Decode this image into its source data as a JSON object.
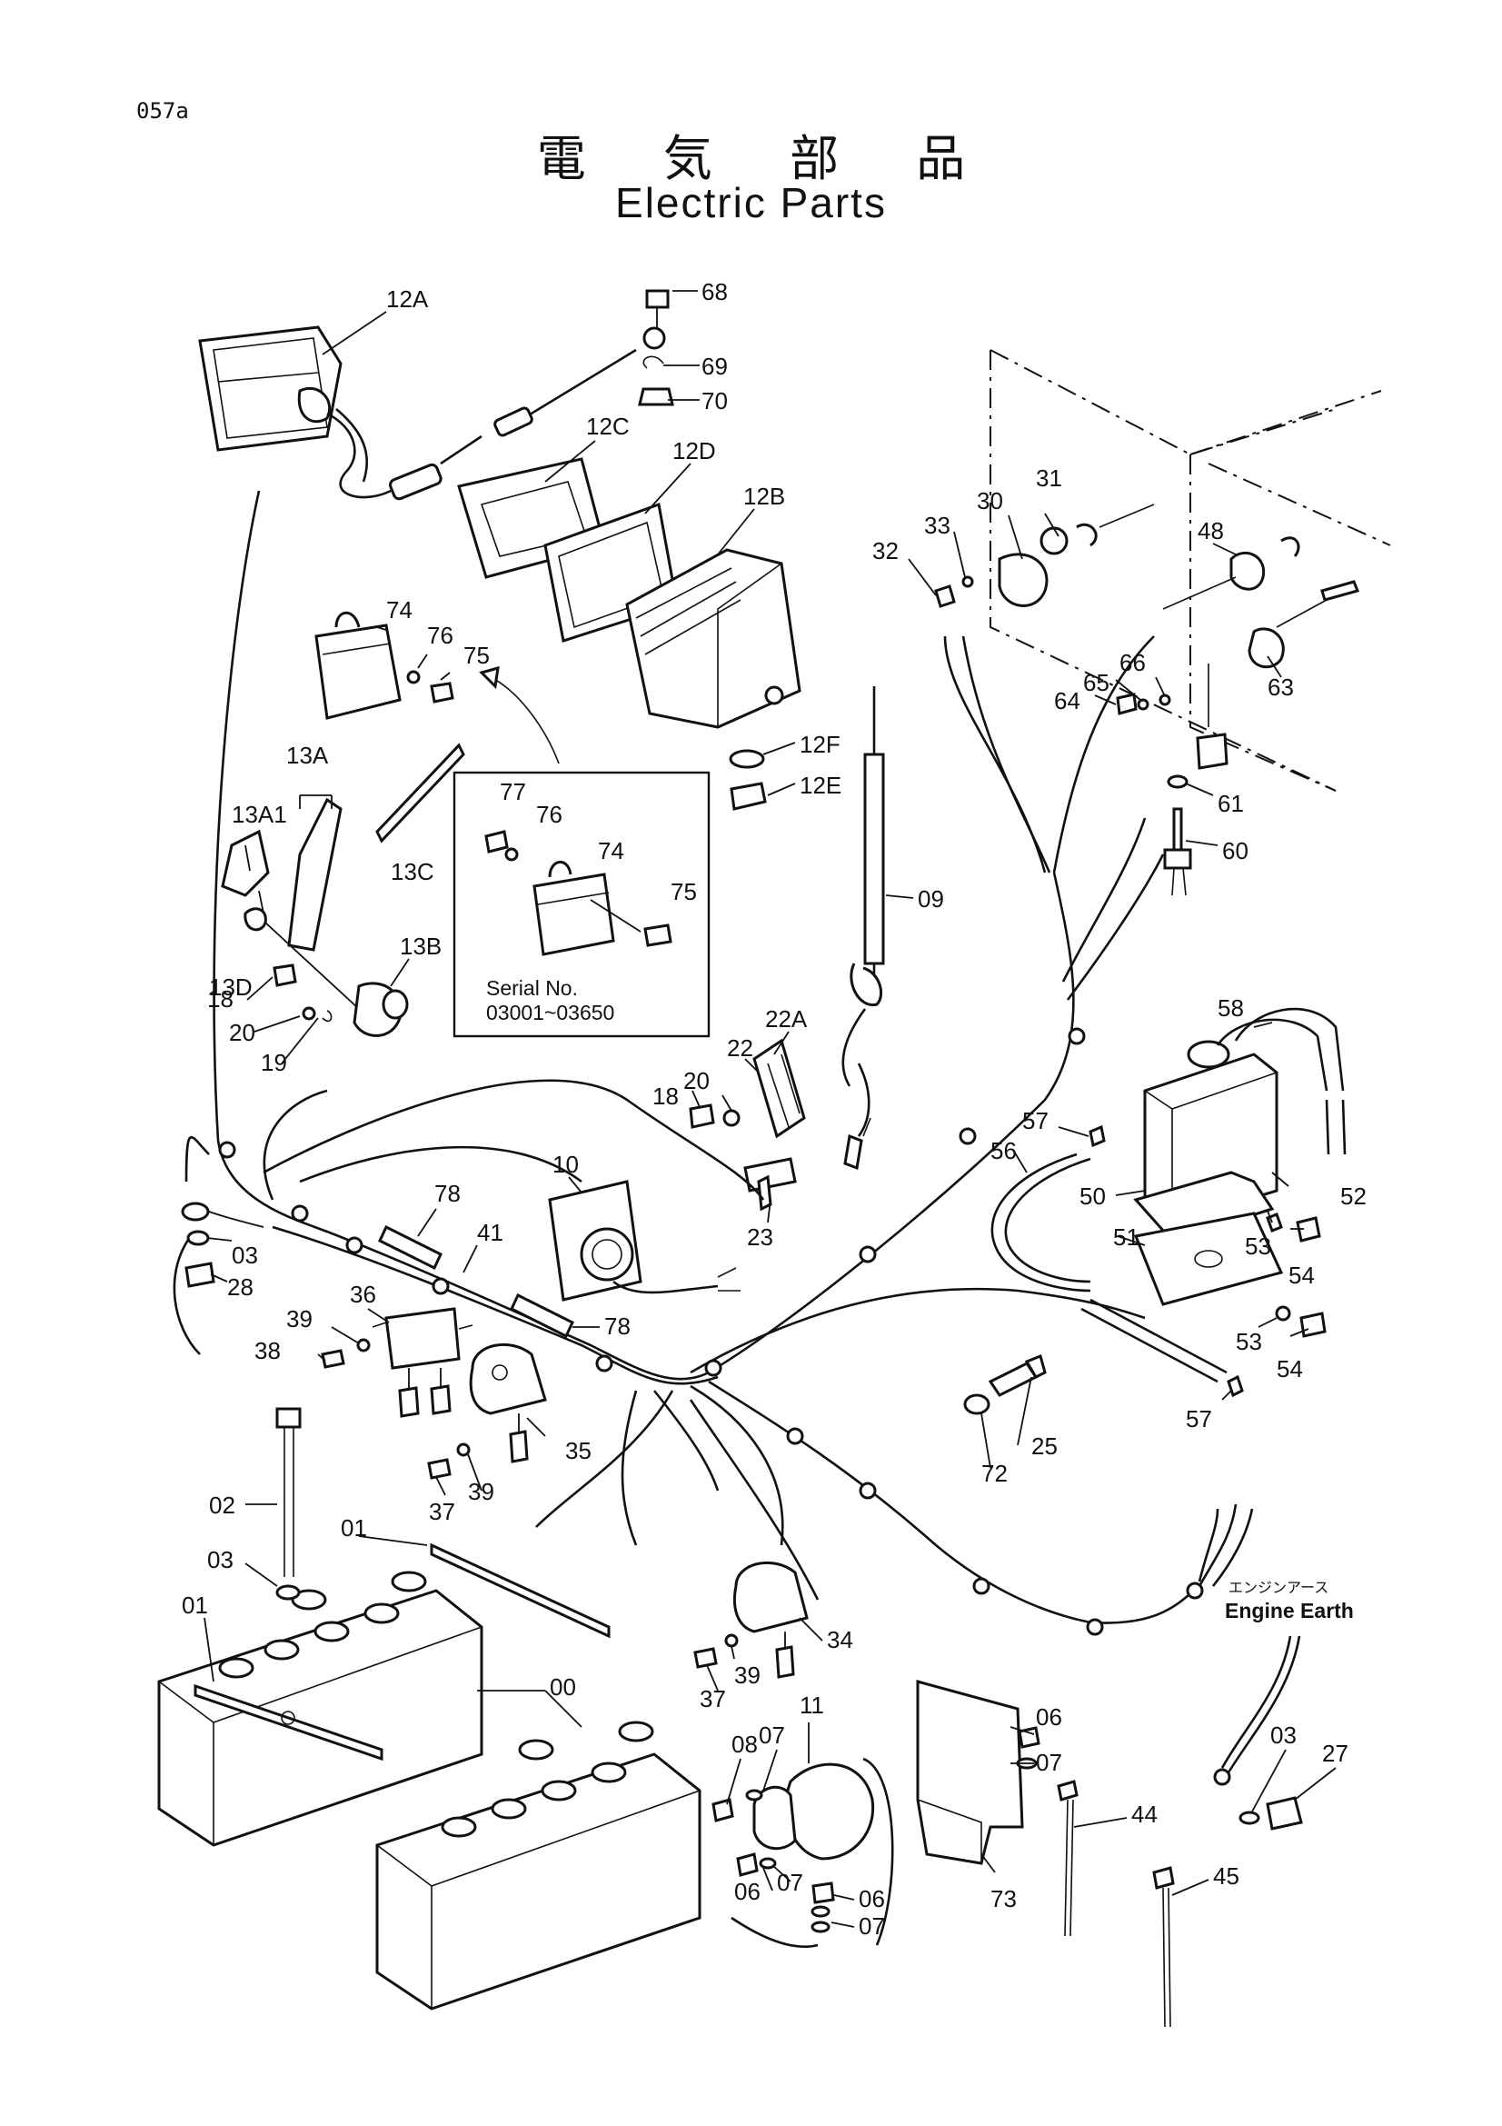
{
  "page_code": "057a",
  "title_jp": "電 気 部 品",
  "title_en": "Electric Parts",
  "inset": {
    "serial_label": "Serial No.",
    "serial_range": "03001~03650"
  },
  "engine_earth": {
    "label_jp": "エンジンアース",
    "label_en": "Engine Earth"
  },
  "callouts": {
    "c12A": "12A",
    "c68": "68",
    "c69": "69",
    "c70": "70",
    "c12C": "12C",
    "c12D": "12D",
    "c12B": "12B",
    "c12F": "12F",
    "c12E": "12E",
    "c74": "74",
    "c76": "76",
    "c75": "75",
    "c13A": "13A",
    "c13A1": "13A1",
    "c13C": "13C",
    "c13D": "13D",
    "c13B": "13B",
    "c18": "18",
    "c20": "20",
    "c19": "19",
    "i77": "77",
    "i76": "76",
    "i74": "74",
    "i75": "75",
    "c30": "30",
    "c31": "31",
    "c33": "33",
    "c32": "32",
    "c48": "48",
    "c66": "66",
    "c65": "65",
    "c64": "64",
    "c63": "63",
    "c61": "61",
    "c60": "60",
    "c09": "09",
    "c22A": "22A",
    "c22": "22",
    "c20b": "20",
    "c18b": "18",
    "c23": "23",
    "c10": "10",
    "c58": "58",
    "c57": "57",
    "c56": "56",
    "c50": "50",
    "c52": "52",
    "c53": "53",
    "c54": "54",
    "c51": "51",
    "c53b": "53",
    "c54b": "54",
    "c57b": "57",
    "c03": "03",
    "c28": "28",
    "c78": "78",
    "c41": "41",
    "c78b": "78",
    "c36": "36",
    "c39": "39",
    "c38": "38",
    "c35": "35",
    "c37": "37",
    "c39b": "39",
    "c25": "25",
    "c72": "72",
    "c02": "02",
    "c01": "01",
    "c03b": "03",
    "c01b": "01",
    "c00": "00",
    "c34": "34",
    "c39c": "39",
    "c37b": "37",
    "c11": "11",
    "c07": "07",
    "c08": "08",
    "c06": "06",
    "c07b": "07",
    "c06b": "06",
    "c07c": "07",
    "c06c": "06",
    "c07d": "07",
    "c73": "73",
    "c44": "44",
    "c45": "45",
    "c03c": "03",
    "c27": "27"
  }
}
